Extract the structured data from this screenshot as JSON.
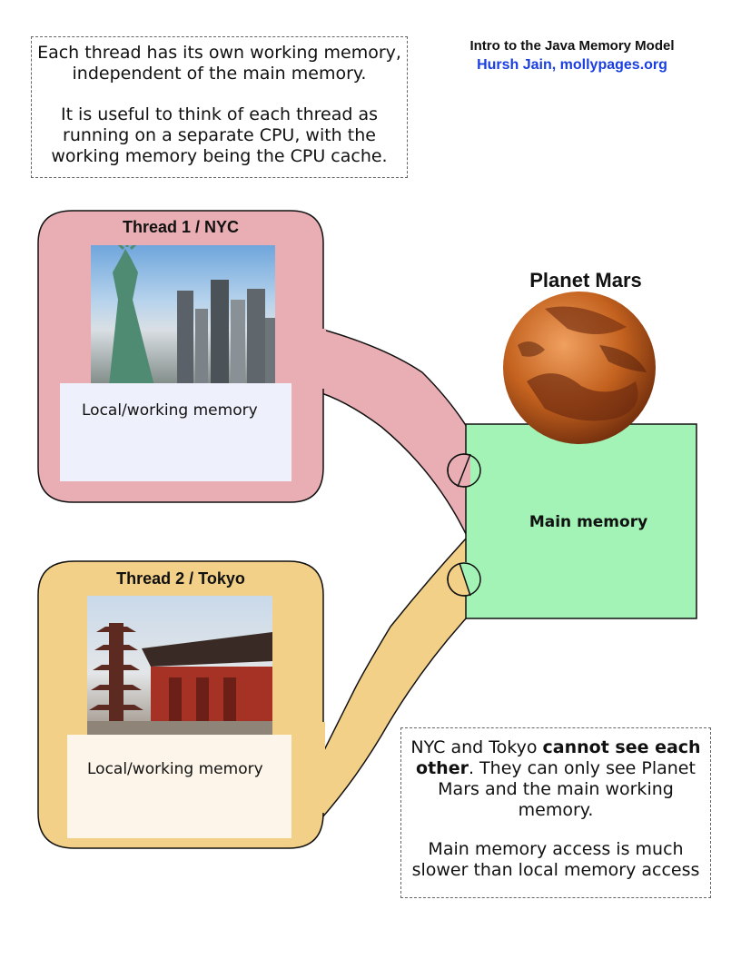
{
  "header": {
    "title": "Intro to the Java Memory Model",
    "author": "Hursh Jain, mollypages.org"
  },
  "notes": {
    "top": {
      "p1": "Each thread has its own working memory, independent of the main memory.",
      "p2": "It is useful to think of each thread as running on a separate CPU, with the working memory being the CPU cache."
    },
    "bottom": {
      "p1_before": "NYC and Tokyo ",
      "p1_bold": "cannot see each other",
      "p1_after": ". They can only see Planet Mars and the main working memory.",
      "p2": "Main memory access is much slower than local memory access"
    }
  },
  "thread1": {
    "title": "Thread 1 / NYC",
    "memory_label": "Local/working memory",
    "image": "nyc-statue-of-liberty-skyline-photo",
    "color": "#e9aeb3"
  },
  "thread2": {
    "title": "Thread 2 / Tokyo",
    "memory_label": "Local/working memory",
    "image": "tokyo-senso-ji-temple-pagoda-photo",
    "color": "#f3d088"
  },
  "planet": {
    "title": "Planet Mars",
    "image": "mars-planet-photo"
  },
  "main_memory": {
    "label": "Main memory",
    "color": "#a2f3b5"
  }
}
